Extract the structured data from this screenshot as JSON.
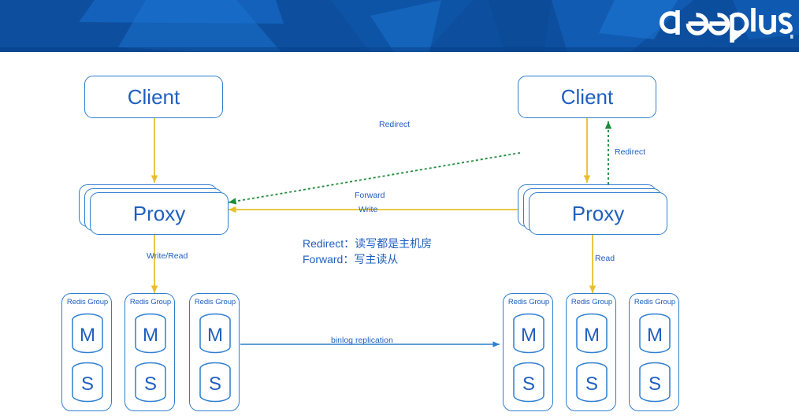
{
  "header": {
    "brand": "deeplus",
    "bg_color": "#0d4e9e",
    "accent_shapes": [
      "#1565c0",
      "#1a73cc",
      "#0b4690",
      "#1f7ad6"
    ]
  },
  "colors": {
    "node_border": "#2f7fd0",
    "node_text": "#1f5fbf",
    "flow_yellow": "#e8bf2e",
    "redirect_green": "#1e8a3c",
    "replication_blue": "#2f7fd0"
  },
  "diagram": {
    "title": "Redis multi-datacenter proxy architecture",
    "nodes": {
      "client_left": {
        "label": "Client"
      },
      "client_right": {
        "label": "Client"
      },
      "proxy_left": {
        "label": "Proxy",
        "stack_count": 3
      },
      "proxy_right": {
        "label": "Proxy",
        "stack_count": 3
      }
    },
    "redis_group_label": "Redis Group",
    "db_master_label": "M",
    "db_slave_label": "S",
    "left_groups": [
      {
        "title": "Redis Group",
        "master": "M",
        "slave": "S"
      },
      {
        "title": "Redis Group",
        "master": "M",
        "slave": "S"
      },
      {
        "title": "Redis Group",
        "master": "M",
        "slave": "S"
      }
    ],
    "right_groups": [
      {
        "title": "Redis Group",
        "master": "M",
        "slave": "S"
      },
      {
        "title": "Redis Group",
        "master": "M",
        "slave": "S"
      },
      {
        "title": "Redis Group",
        "master": "M",
        "slave": "S"
      }
    ],
    "edges": {
      "redirect_diagonal": "Redirect",
      "redirect_vertical": "Redirect",
      "forward": "Forward",
      "write": "Write",
      "write_read": "Write/Read",
      "read": "Read",
      "binlog": "binlog replication"
    },
    "legend": [
      "Redirect：读写都是主机房",
      "Forward：写主读从"
    ]
  }
}
